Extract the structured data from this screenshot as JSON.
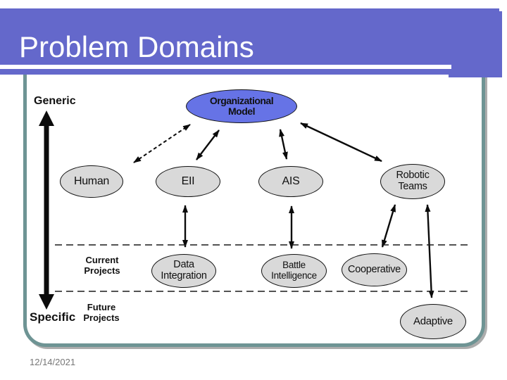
{
  "slide": {
    "title": "Problem Domains",
    "date": "12/14/2021"
  },
  "axis_labels": {
    "generic": "Generic",
    "specific": "Specific",
    "current_line1": "Current",
    "current_line2": "Projects",
    "future_line1": "Future",
    "future_line2": "Projects"
  },
  "nodes": {
    "org_line1": "Organizational",
    "org_line2": "Model",
    "human": "Human",
    "eii": "EII",
    "ais": "AIS",
    "robotic_line1": "Robotic",
    "robotic_line2": "Teams",
    "data_line1": "Data",
    "data_line2": "Integration",
    "battle_line1": "Battle",
    "battle_line2": "Intelligence",
    "cooperative": "Cooperative",
    "adaptive": "Adaptive"
  },
  "colors": {
    "banner_blue": "#6468CB",
    "node_blue": "#6673E6",
    "node_gray": "#D9D9D9",
    "frame_teal": "#6E9494",
    "arrow_black": "#0B0B0B",
    "date_gray": "#777777"
  }
}
